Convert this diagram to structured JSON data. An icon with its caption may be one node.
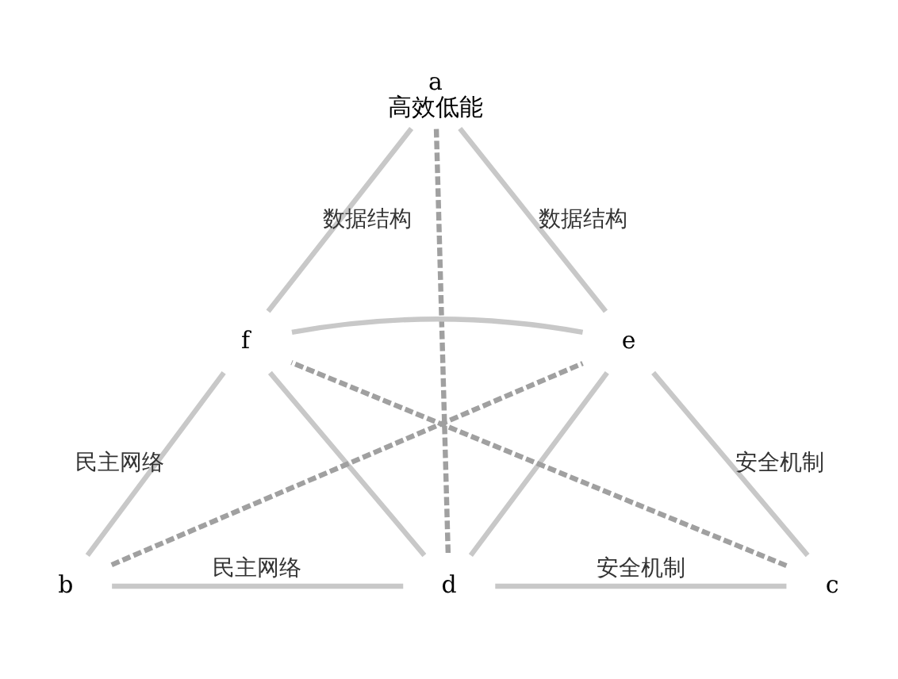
{
  "diagram": {
    "nodes": [
      {
        "text": [
          "a"
        ],
        "beside": [
          "高效低能"
        ]
      },
      {
        "text": [
          "f"
        ]
      },
      {
        "text": [
          "e"
        ]
      },
      {
        "text": [
          "b"
        ]
      },
      {
        "text": [
          "d"
        ]
      },
      {
        "text": [
          "c"
        ]
      }
    ],
    "edges": [
      {
        "from": 0,
        "to": 1,
        "arrow": "none",
        "label": "数据结构"
      },
      {
        "from": 0,
        "to": 2,
        "arrow": "none",
        "label": "数据结构"
      },
      {
        "from": 1,
        "to": 3,
        "arrow": "none",
        "label": "民主网络"
      },
      {
        "from": 2,
        "to": 5,
        "arrow": "none",
        "label": "安全机制"
      },
      {
        "from": 3,
        "to": 4,
        "arrow": "none",
        "label": "民主网络"
      },
      {
        "from": 4,
        "to": 5,
        "arrow": "none",
        "label": "安全机制"
      },
      {
        "from": 1,
        "to": 2,
        "arrow": "none"
      },
      {
        "from": 1,
        "to": 4,
        "arrow": "none"
      },
      {
        "from": 2,
        "to": 4,
        "arrow": "none"
      },
      {
        "from": 0,
        "to": 4,
        "arrow": "none",
        "style": "dashed",
        "color": "#a0a0a0"
      },
      {
        "from": 3,
        "to": 2,
        "arrow": "none",
        "style": "dashed",
        "color": "#a0a0a0"
      },
      {
        "from": 5,
        "to": 1,
        "arrow": "none",
        "style": "dashed",
        "color": "#a0a0a0"
      }
    ]
  }
}
